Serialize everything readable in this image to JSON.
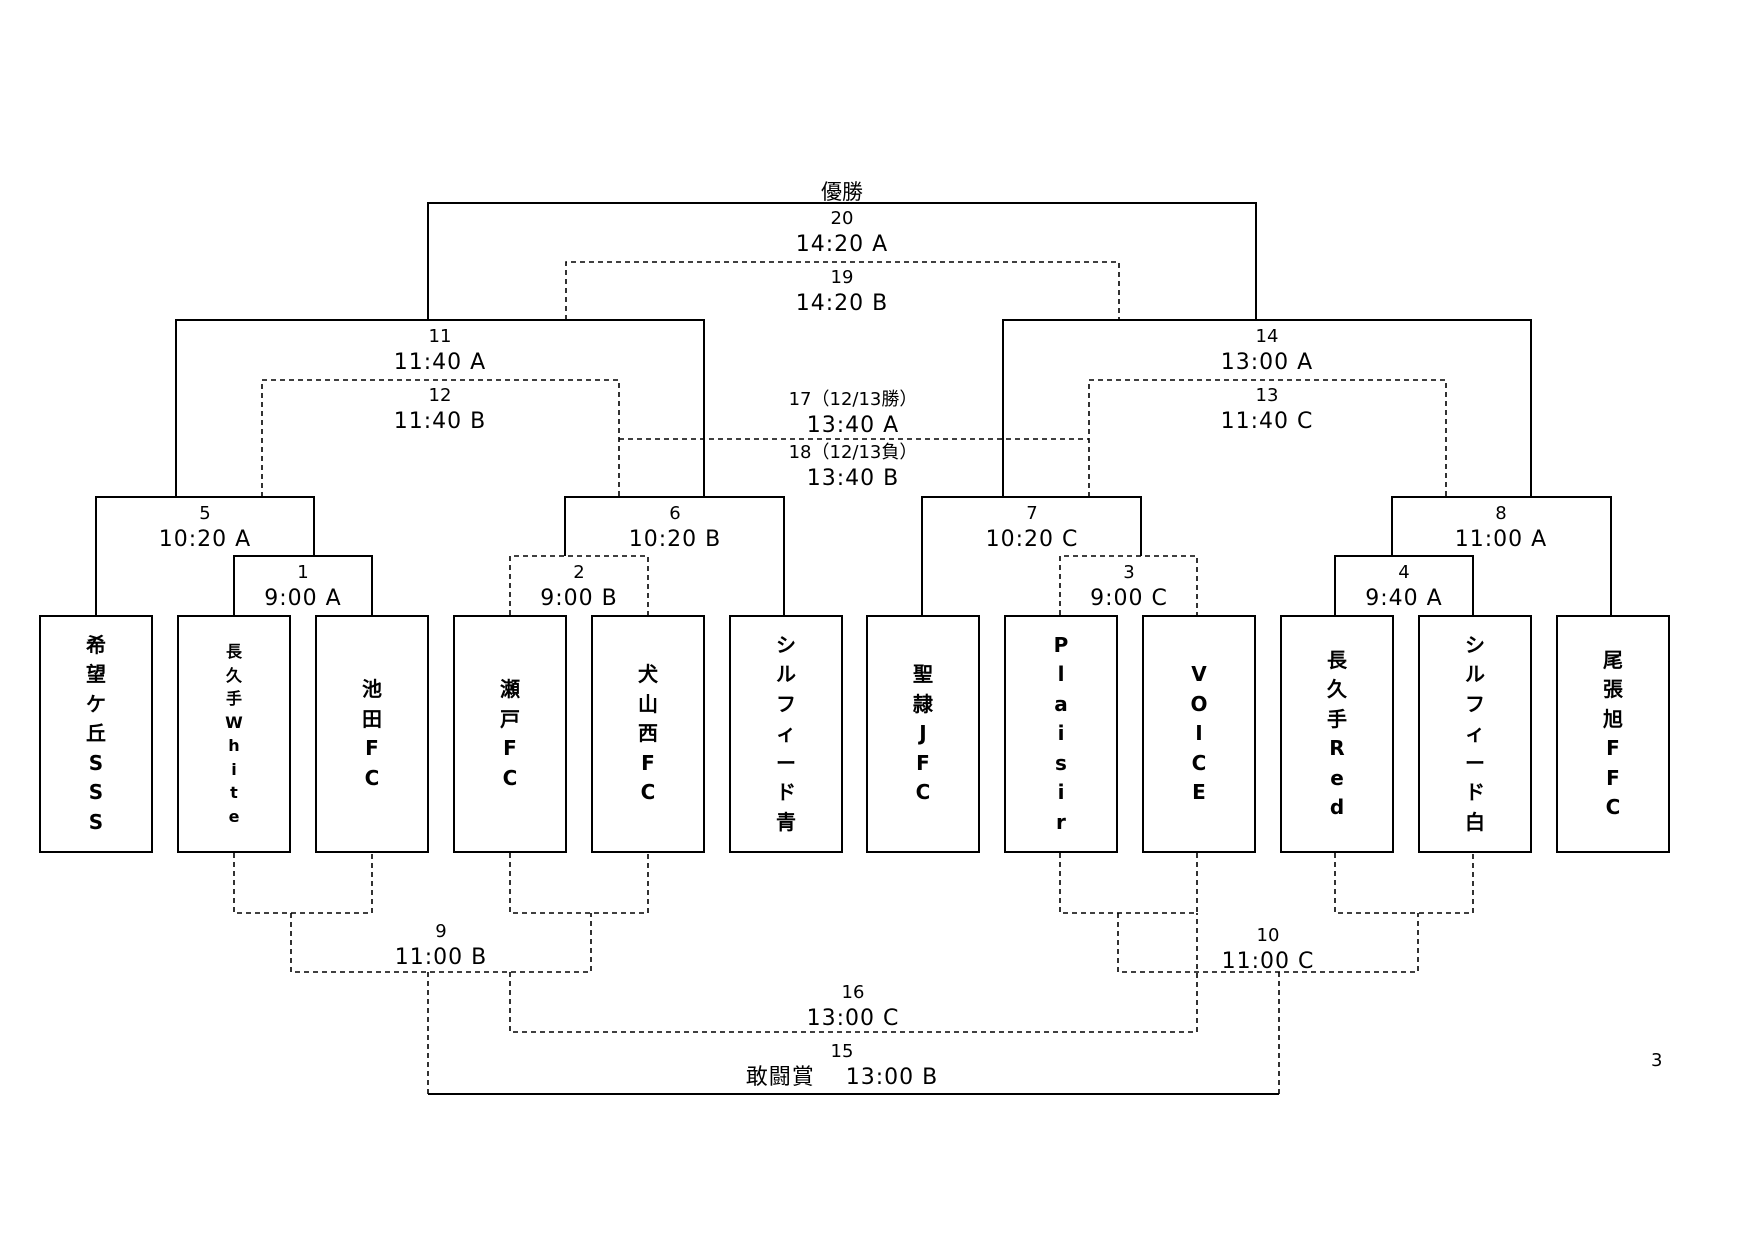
{
  "title": "優勝",
  "page_number": "3",
  "teams": [
    {
      "id": "t1",
      "name": "希望ケ 丘SSS",
      "chars": [
        "希",
        "望",
        "ケ",
        "丘",
        "S",
        "S",
        "S"
      ],
      "small": false
    },
    {
      "id": "t2",
      "name": "長久手White",
      "chars": [
        "長",
        "久",
        "手",
        "W",
        "h",
        "i",
        "t",
        "e"
      ],
      "small": true
    },
    {
      "id": "t3",
      "name": "池田FC",
      "chars": [
        "池",
        "田",
        "F",
        "C"
      ],
      "small": false
    },
    {
      "id": "t4",
      "name": "瀬戸FC",
      "chars": [
        "瀬",
        "戸",
        "F",
        "C"
      ],
      "small": false
    },
    {
      "id": "t5",
      "name": "犬山西FC",
      "chars": [
        "犬",
        "山",
        "西",
        "F",
        "C"
      ],
      "small": false
    },
    {
      "id": "t6",
      "name": "シルフィード青",
      "chars": [
        "シ",
        "ル",
        "フ",
        "ィ",
        "ー",
        "ド",
        "青"
      ],
      "small": false
    },
    {
      "id": "t7",
      "name": "聖隷JFC",
      "chars": [
        "聖",
        "隷",
        "J",
        "F",
        "C"
      ],
      "small": false
    },
    {
      "id": "t8",
      "name": "Plaisir",
      "chars": [
        "P",
        "l",
        "a",
        "i",
        "s",
        "i",
        "r"
      ],
      "small": false
    },
    {
      "id": "t9",
      "name": "VOICE",
      "chars": [
        "V",
        "O",
        "I",
        "C",
        "E"
      ],
      "small": false
    },
    {
      "id": "t10",
      "name": "長久手Red",
      "chars": [
        "長",
        "久",
        "手",
        "R",
        "e",
        "d"
      ],
      "small": false
    },
    {
      "id": "t11",
      "name": "シルフィード白",
      "chars": [
        "シ",
        "ル",
        "フ",
        "ィ",
        "ー",
        "ド",
        "白"
      ],
      "small": false
    },
    {
      "id": "t12",
      "name": "尾張旭FFC",
      "chars": [
        "尾",
        "張",
        "旭",
        "F",
        "F",
        "C"
      ],
      "small": false
    }
  ],
  "matches": [
    {
      "id": "m1",
      "number": "1",
      "time": "9:00 A"
    },
    {
      "id": "m2",
      "number": "2",
      "time": "9:00 B"
    },
    {
      "id": "m3",
      "number": "3",
      "time": "9:00 C"
    },
    {
      "id": "m4",
      "number": "4",
      "time": "9:40 A"
    },
    {
      "id": "m5",
      "number": "5",
      "time": "10:20 A"
    },
    {
      "id": "m6",
      "number": "6",
      "time": "10:20 B"
    },
    {
      "id": "m7",
      "number": "7",
      "time": "10:20 C"
    },
    {
      "id": "m8",
      "number": "8",
      "time": "11:00 A"
    },
    {
      "id": "m9",
      "number": "9",
      "time": "11:00 B"
    },
    {
      "id": "m10",
      "number": "10",
      "time": "11:00 C"
    },
    {
      "id": "m11",
      "number": "11",
      "time": "11:40 A"
    },
    {
      "id": "m12",
      "number": "12",
      "time": "11:40 B"
    },
    {
      "id": "m13",
      "number": "13",
      "time": "11:40 C"
    },
    {
      "id": "m14",
      "number": "14",
      "time": "13:00 A"
    },
    {
      "id": "m15",
      "number": "15",
      "time": "敢闘賞　 13:00 B"
    },
    {
      "id": "m16",
      "number": "16",
      "time": "13:00 C"
    },
    {
      "id": "m17",
      "number": "17（12/13勝）",
      "time": "13:40 A"
    },
    {
      "id": "m18",
      "number": "18（12/13負）",
      "time": "13:40 B"
    },
    {
      "id": "m19",
      "number": "19",
      "time": "14:20 B"
    },
    {
      "id": "m20",
      "number": "20",
      "time": "14:20 A"
    }
  ]
}
